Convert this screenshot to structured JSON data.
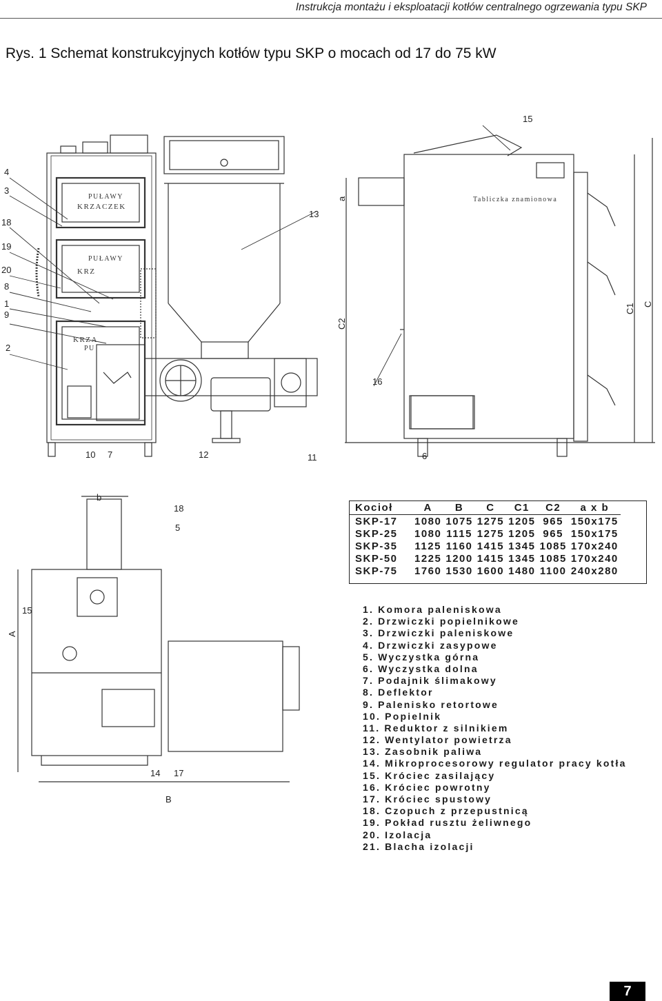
{
  "header": {
    "running_title": "Instrukcja montażu i eksploatacji kotłów centralnego ogrzewania typu SKP"
  },
  "figure": {
    "title": "Rys. 1 Schemat konstrukcyjnych kotłów typu SKP o mocach od 17 do 75 kW",
    "front_view_callouts": [
      "4",
      "3",
      "18",
      "19",
      "20",
      "8",
      "1",
      "9",
      "2",
      "10",
      "7",
      "12",
      "11",
      "13"
    ],
    "side_view_callouts": [
      "15",
      "16",
      "6"
    ],
    "side_view_dimensions": {
      "a": "a",
      "c2": "C2",
      "c1": "C1",
      "c": "C"
    },
    "nameplate": "Tabliczka znamionowa",
    "door_plates": {
      "door1": [
        "PUŁAWY",
        "KRZACZEK"
      ],
      "door2": [
        "PUŁAWY",
        "KRZ"
      ],
      "door3": [
        "KRZA",
        "PU"
      ]
    },
    "top_view_callouts": {
      "b": "b",
      "c18": "18",
      "c5": "5",
      "c15": "15",
      "A": "A",
      "c14": "14",
      "c17": "17",
      "B": "B"
    }
  },
  "spec_table": {
    "headers": [
      "Kocioł",
      "A",
      "B",
      "C",
      "C1",
      "C2",
      "a x b"
    ],
    "rows": [
      [
        "SKP-17",
        "1080",
        "1075",
        "1275",
        "1205",
        "965",
        "150x175"
      ],
      [
        "SKP-25",
        "1080",
        "1115",
        "1275",
        "1205",
        "965",
        "150x175"
      ],
      [
        "SKP-35",
        "1125",
        "1160",
        "1415",
        "1345",
        "1085",
        "170x240"
      ],
      [
        "SKP-50",
        "1225",
        "1200",
        "1415",
        "1345",
        "1085",
        "170x240"
      ],
      [
        "SKP-75",
        "1760",
        "1530",
        "1600",
        "1480",
        "1100",
        "240x280"
      ]
    ]
  },
  "legend": [
    "1. Komora paleniskowa",
    "2. Drzwiczki popielnikowe",
    "3. Drzwiczki paleniskowe",
    "4. Drzwiczki zasypowe",
    "5. Wyczystka górna",
    "6. Wyczystka dolna",
    "7. Podajnik ślimakowy",
    "8. Deflektor",
    "9. Palenisko retortowe",
    "10. Popielnik",
    "11. Reduktor z silnikiem",
    "12. Wentylator powietrza",
    "13. Zasobnik paliwa",
    "14. Mikroprocesorowy regulator pracy kotła",
    "15. Króciec zasilający",
    "16. Króciec powrotny",
    "17. Króciec spustowy",
    "18. Czopuch z przepustnicą",
    "19. Pokład rusztu żeliwnego",
    "20. Izolacja",
    "21. Blacha izolacji"
  ],
  "page_number": "7"
}
